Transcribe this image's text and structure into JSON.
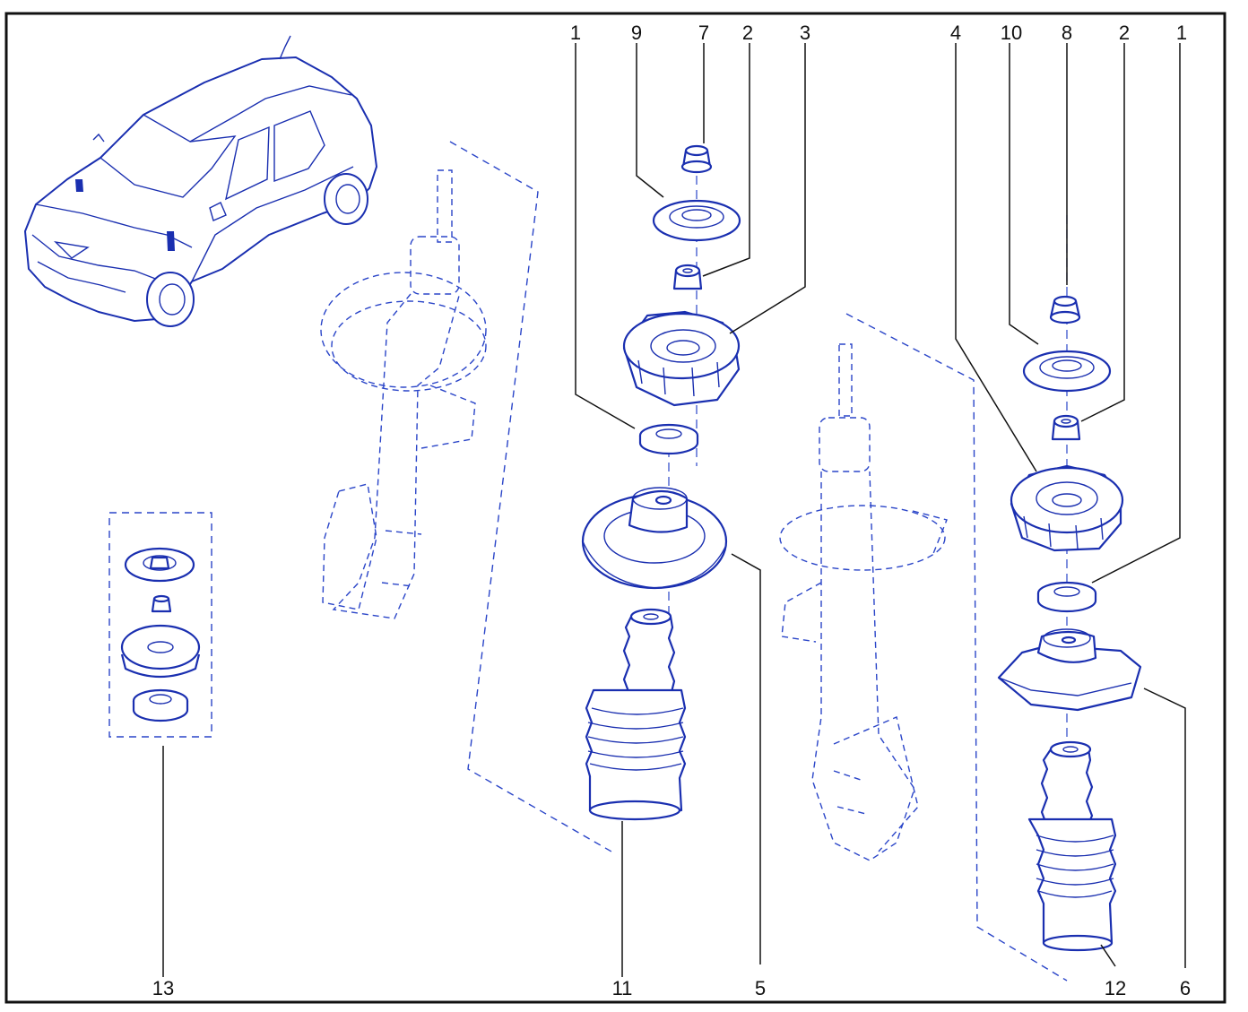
{
  "callouts": [
    {
      "id": "c1a",
      "text": "1"
    },
    {
      "id": "c9",
      "text": "9"
    },
    {
      "id": "c7",
      "text": "7"
    },
    {
      "id": "c2a",
      "text": "2"
    },
    {
      "id": "c3",
      "text": "3"
    },
    {
      "id": "c4",
      "text": "4"
    },
    {
      "id": "c10",
      "text": "10"
    },
    {
      "id": "c8",
      "text": "8"
    },
    {
      "id": "c2b",
      "text": "2"
    },
    {
      "id": "c1b",
      "text": "1"
    },
    {
      "id": "c13",
      "text": "13"
    },
    {
      "id": "c11",
      "text": "11"
    },
    {
      "id": "c5",
      "text": "5"
    },
    {
      "id": "c12",
      "text": "12"
    },
    {
      "id": "c6",
      "text": "6"
    }
  ],
  "colors": {
    "line": "#1a2fb0",
    "label": "#111111",
    "frame": "#111111",
    "background": "#ffffff"
  }
}
